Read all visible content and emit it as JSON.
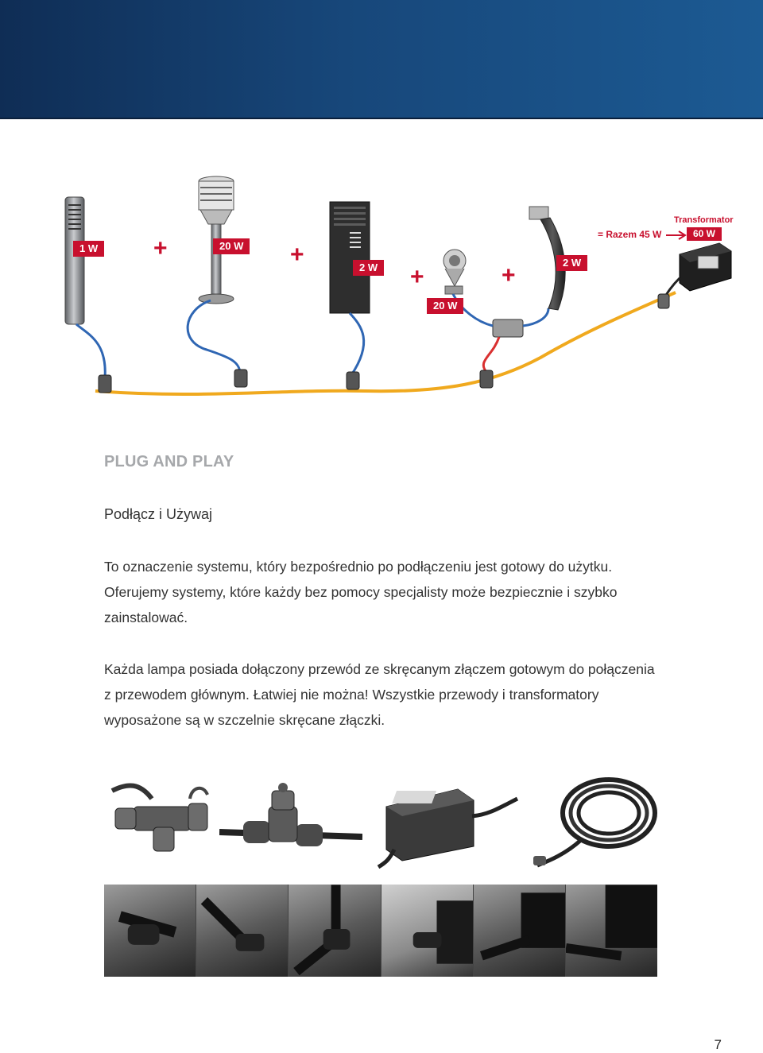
{
  "diagram": {
    "lamps": [
      {
        "name": "bollard-slim",
        "watt_label": "1 W"
      },
      {
        "name": "bollard-post",
        "watt_label": "20 W"
      },
      {
        "name": "block-light",
        "watt_label": "2 W"
      },
      {
        "name": "spotlight",
        "watt_label": "20 W"
      },
      {
        "name": "arc-light",
        "watt_label": "2 W"
      }
    ],
    "plus_sign": "+",
    "total_label": "= Razem 45 W",
    "transformer_caption": "Transformator",
    "transformer_watt": "60  W",
    "colors": {
      "accent": "#c8102e",
      "main_cable": "#f0a91e",
      "lamp_cable": "#2f66b3",
      "split_cable": "#d93030"
    }
  },
  "section": {
    "title": "PLUG AND PLAY",
    "subtitle": "Podłącz i Używaj",
    "paragraph1": "To oznaczenie systemu, który bezpośrednio po podłączeniu jest gotowy do użytku. Oferujemy systemy, które każdy bez pomocy specjalisty może bezpiecznie i szybko zainstalować.",
    "paragraph2": "Każda lampa posiada dołączony przewód ze skręcanym złączem gotowym do połączenia z przewodem głównym. Łatwiej nie można! Wszystkie przewody i transformatory wyposażone są w szczelnie skręcane złączki."
  },
  "page": {
    "number": "7"
  }
}
